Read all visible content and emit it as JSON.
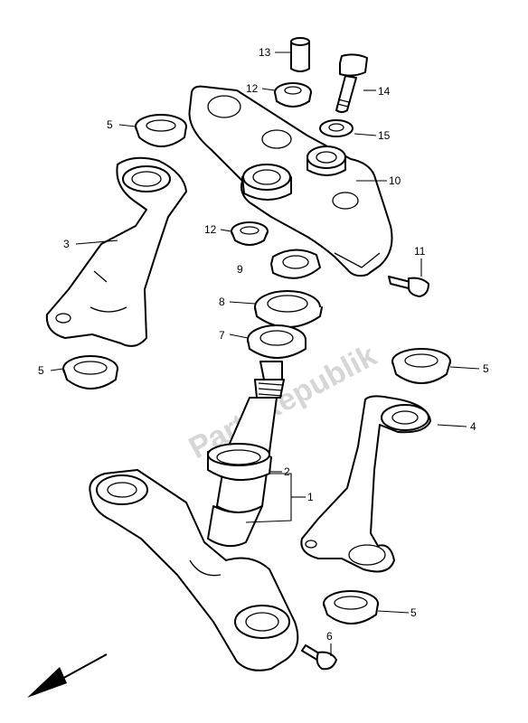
{
  "callouts": {
    "c13": "13",
    "c12a": "12",
    "c14": "14",
    "c5a": "5",
    "c15": "15",
    "c10": "10",
    "c3": "3",
    "c12b": "12",
    "c9": "9",
    "c11": "11",
    "c8": "8",
    "c7": "7",
    "c5b": "5",
    "c5c": "5",
    "c4": "4",
    "c2": "2",
    "c1": "1",
    "c5d": "5",
    "c6": "6"
  },
  "watermark": "PartsRepublik",
  "colors": {
    "line": "#000000",
    "background": "#ffffff",
    "watermark": "#d6d6d6"
  },
  "icons": {
    "direction_arrow": "front-direction-arrow-icon"
  }
}
